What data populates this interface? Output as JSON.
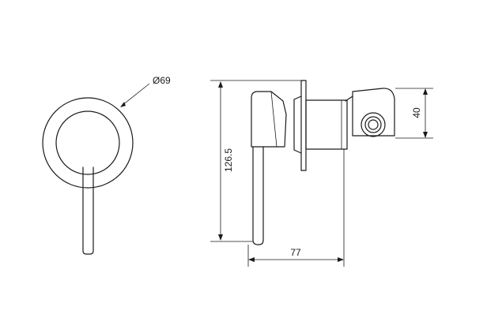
{
  "dimensions": {
    "diameter": "Ø69",
    "height": "126.5",
    "depth": "77",
    "outlet": "40"
  },
  "colors": {
    "stroke": "#1a1a1a",
    "background": "#ffffff"
  }
}
